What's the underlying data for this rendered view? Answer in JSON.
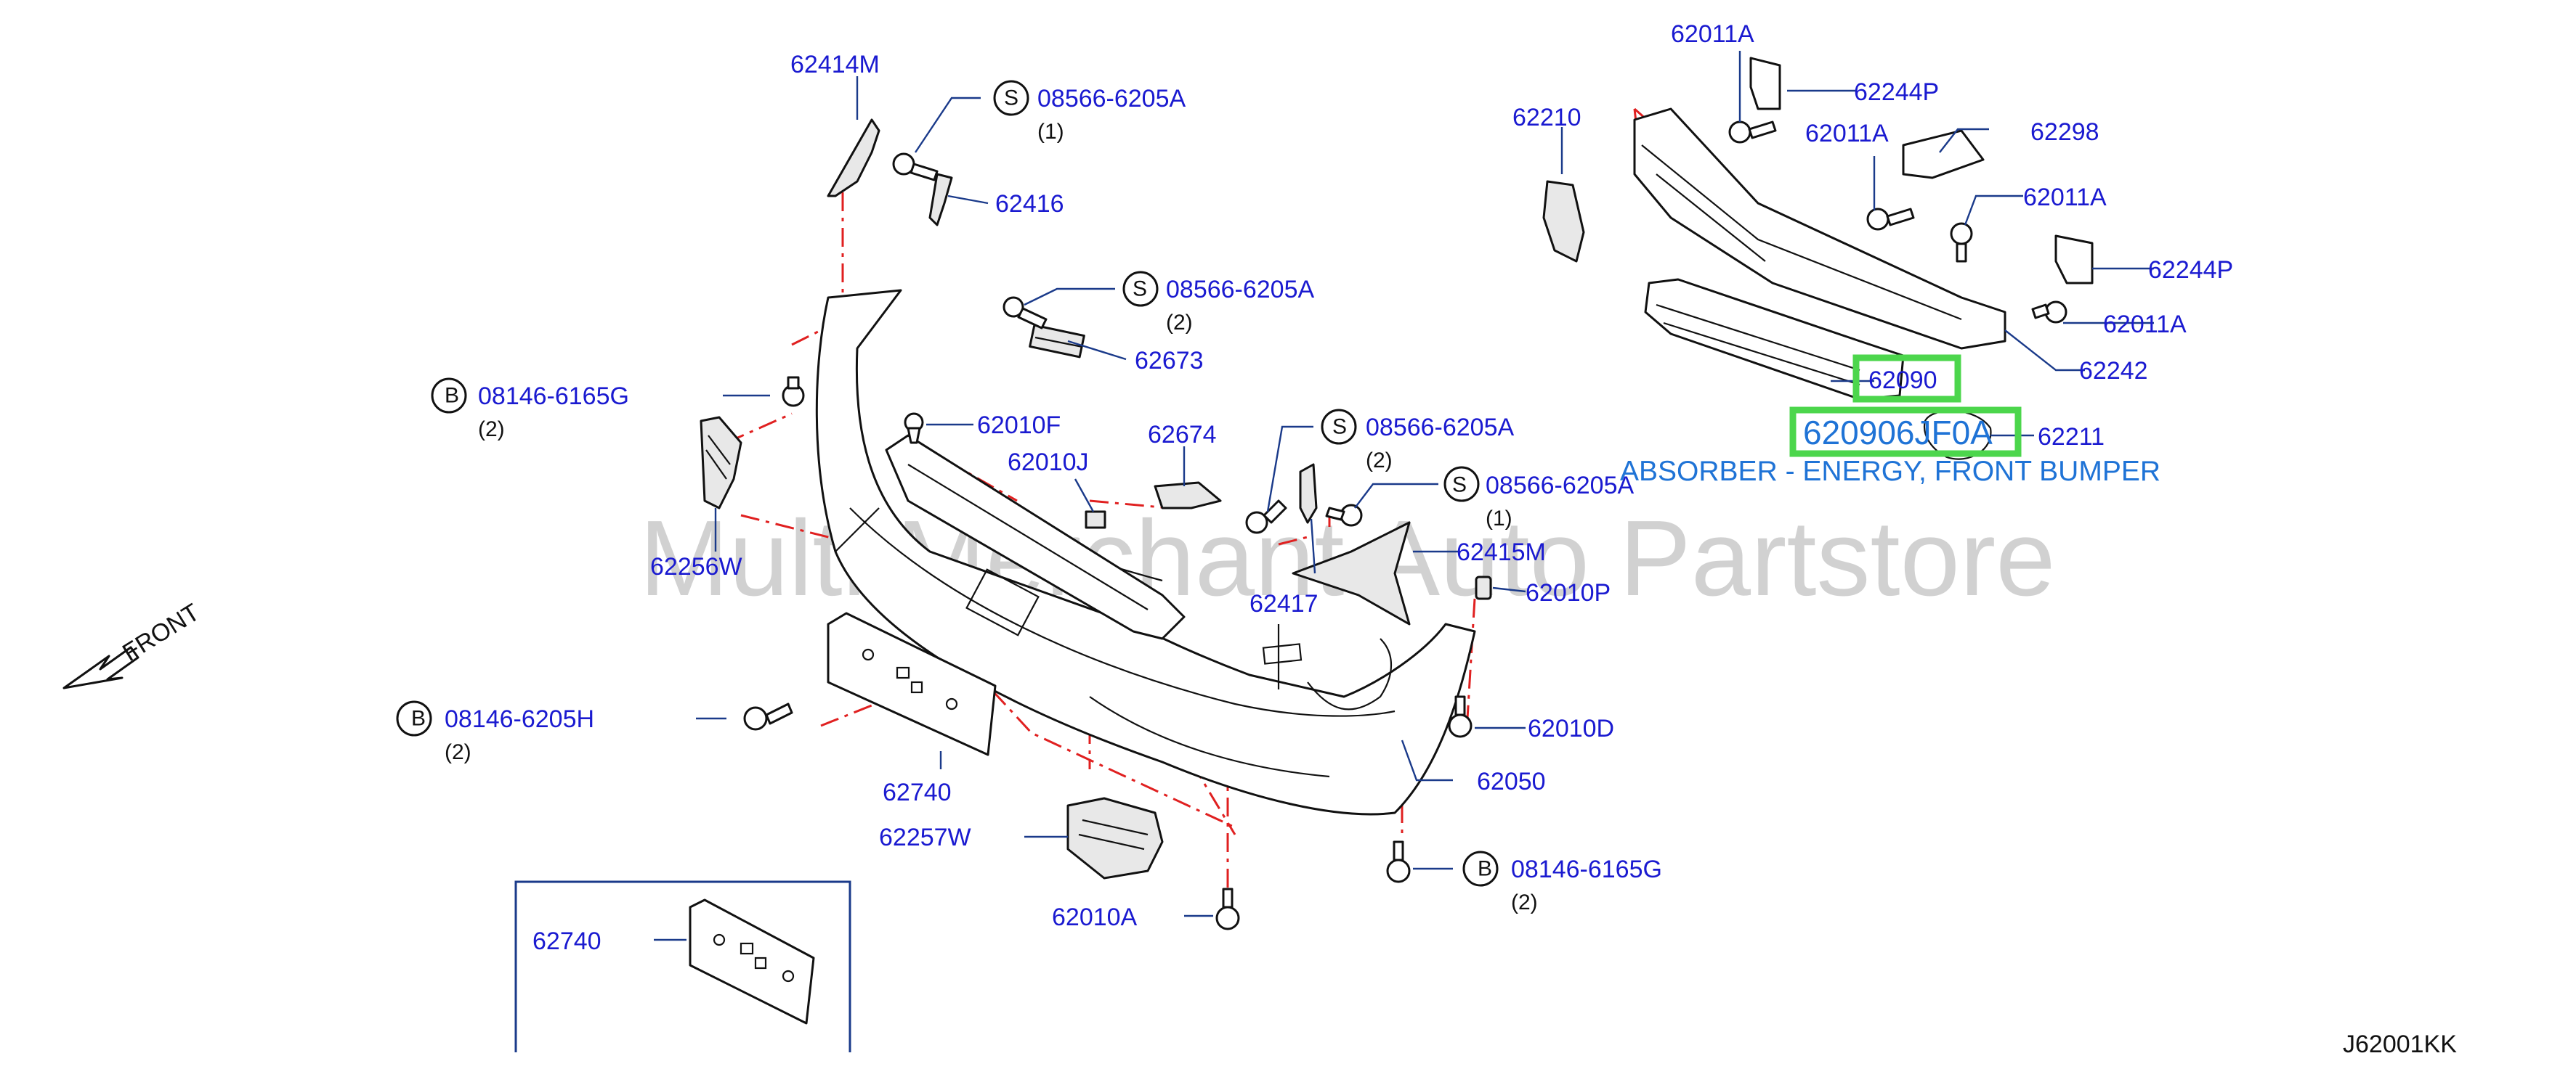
{
  "diagram": {
    "watermark": "Multi Merchant Auto Partstore",
    "drawing_code": "J62001KK",
    "direction_label": "FRONT",
    "highlight": {
      "part_number": "62090",
      "full_part_number": "620906JF0A",
      "description": "ABSORBER - ENERGY, FRONT BUMPER"
    },
    "labels": [
      {
        "text": "62414M"
      },
      {
        "text": "08566-6205A",
        "symbol": "S",
        "qty": "(1)"
      },
      {
        "text": "62416"
      },
      {
        "text": "08566-6205A",
        "symbol": "S",
        "qty": "(2)"
      },
      {
        "text": "62673"
      },
      {
        "text": "08146-6165G",
        "symbol": "B",
        "qty": "(2)"
      },
      {
        "text": "62010F"
      },
      {
        "text": "62010J"
      },
      {
        "text": "62674"
      },
      {
        "text": "08566-6205A",
        "symbol": "S",
        "qty": "(2)"
      },
      {
        "text": "08566-6205A",
        "symbol": "S",
        "qty": "(1)"
      },
      {
        "text": "62256W"
      },
      {
        "text": "62417"
      },
      {
        "text": "62415M"
      },
      {
        "text": "62010P"
      },
      {
        "text": "08146-6205H",
        "symbol": "B",
        "qty": "(2)"
      },
      {
        "text": "62740"
      },
      {
        "text": "62010D"
      },
      {
        "text": "62050"
      },
      {
        "text": "62257W"
      },
      {
        "text": "08146-6165G",
        "symbol": "B",
        "qty": "(2)"
      },
      {
        "text": "62010A"
      },
      {
        "text": "62740"
      },
      {
        "text": "62011A"
      },
      {
        "text": "62244P"
      },
      {
        "text": "62210"
      },
      {
        "text": "62011A"
      },
      {
        "text": "62298"
      },
      {
        "text": "62011A"
      },
      {
        "text": "62244P"
      },
      {
        "text": "62011A"
      },
      {
        "text": "62242"
      },
      {
        "text": "62211"
      }
    ]
  }
}
